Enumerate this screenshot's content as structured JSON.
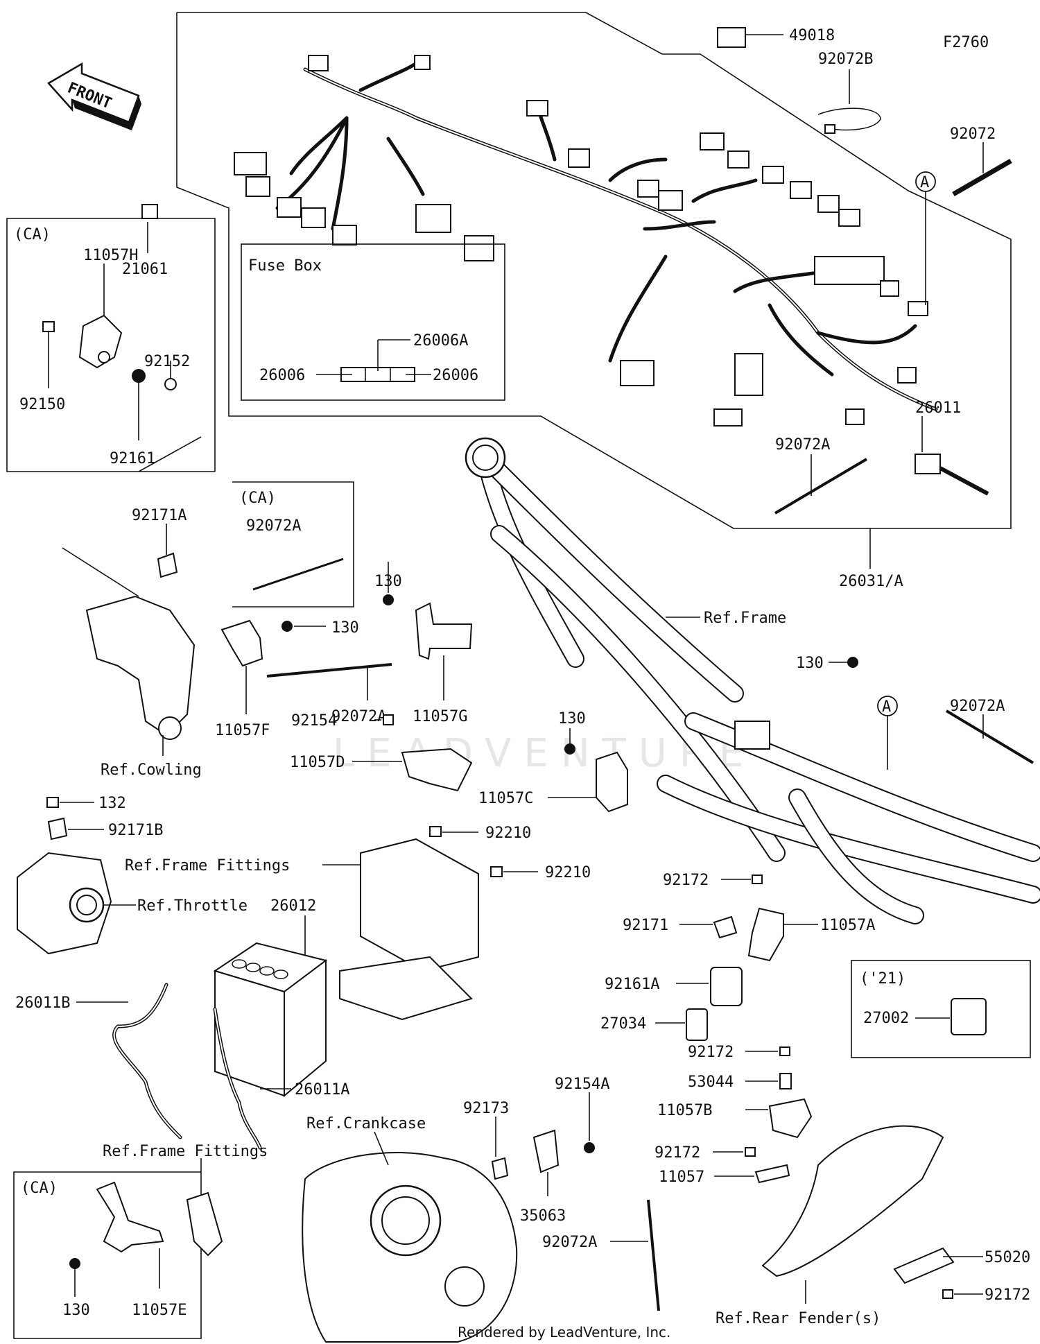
{
  "diagram_id": "F2760",
  "front_arrow": "FRONT",
  "watermark": "LEADVENTURE",
  "footer": "Rendered by LeadVenture, Inc.",
  "boxes": {
    "fuse_box": "Fuse Box",
    "ca_1": "(CA)",
    "ca_2": "(CA)",
    "ca_3": "(CA)",
    "year_21": "('21)"
  },
  "circle_markers": [
    "A",
    "A"
  ],
  "part_labels": {
    "p49018": "49018",
    "p92072B": "92072B",
    "p92072_top": "92072",
    "p21061": "21061",
    "p26006A": "26006A",
    "p26006_left": "26006",
    "p26006_right": "26006",
    "p26011": "26011",
    "p92072A_top": "92072A",
    "p26031A": "26031/A",
    "p11057H": "11057H",
    "p92150": "92150",
    "p92152": "92152",
    "p92161": "92161",
    "p92171A": "92171A",
    "p92072A_ca": "92072A",
    "p130_a": "130",
    "p130_b": "130",
    "p130_c": "130",
    "p130_d": "130",
    "p130_e": "130",
    "ref_frame": "Ref.Frame",
    "p92072A_mid": "92072A",
    "p11057F": "11057F",
    "p11057G": "11057G",
    "p92072A_right": "92072A",
    "ref_cowling": "Ref.Cowling",
    "p92154": "92154",
    "p11057D": "11057D",
    "p11057C": "11057C",
    "p132": "132",
    "p92171B": "92171B",
    "p92210_a": "92210",
    "p92210_b": "92210",
    "ref_frame_fittings_1": "Ref.Frame Fittings",
    "ref_throttle": "Ref.Throttle",
    "p26012": "26012",
    "p92172_a": "92172",
    "p92171": "92171",
    "p11057A": "11057A",
    "p92161A": "92161A",
    "p27034": "27034",
    "p27002": "27002",
    "p26011B": "26011B",
    "p26011A": "26011A",
    "p92172_b": "92172",
    "p53044": "53044",
    "p11057B": "11057B",
    "p92154A": "92154A",
    "p92173": "92173",
    "ref_crankcase": "Ref.Crankcase",
    "ref_frame_fittings_2": "Ref.Frame Fittings",
    "p92172_c": "92172",
    "p11057": "11057",
    "p55020": "55020",
    "p35063": "35063",
    "p92072A_low": "92072A",
    "p92172_d": "92172",
    "p11057E": "11057E",
    "ref_rear_fender": "Ref.Rear Fender(s)"
  }
}
